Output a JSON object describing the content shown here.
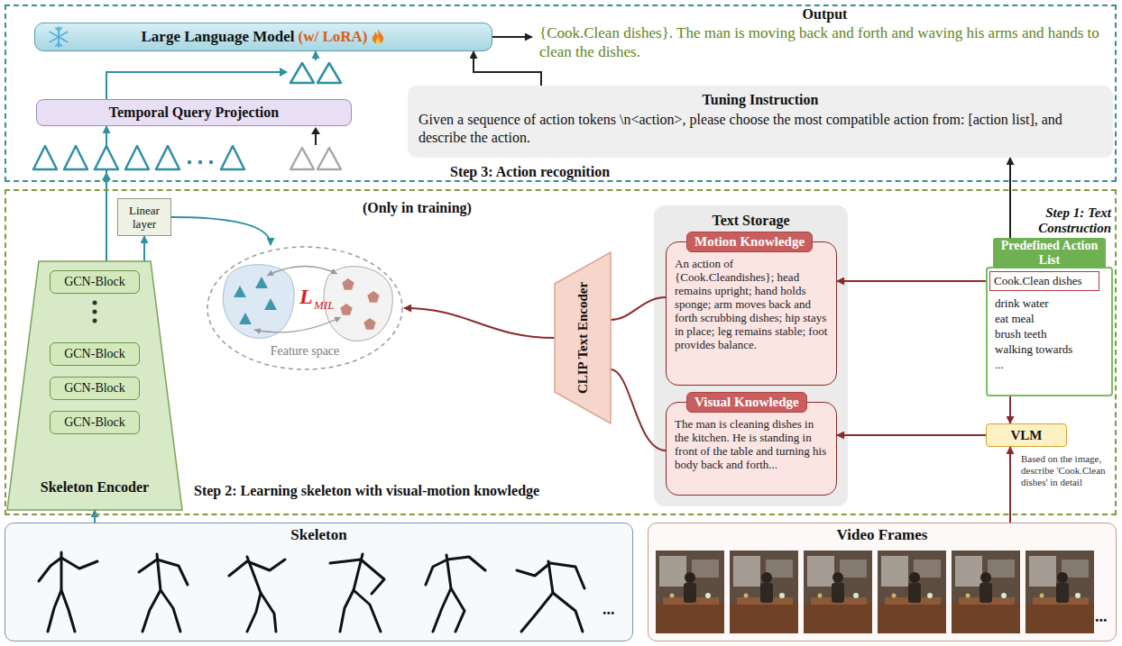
{
  "diagram": {
    "nodes": [
      {
        "text": [
          "Step 3: Action recognition"
        ]
      },
      {
        "text": [
          "Large Language Model",
          "(w/ LoRA)"
        ],
        "in": 0
      },
      {
        "text": [
          "Temporal Query Projection"
        ],
        "in": 0
      },
      {
        "text": [
          "Output",
          "{Cook.Clean dishes}. The man is moving back and forth and waving his arms and hands to clean the dishes."
        ],
        "in": 0
      },
      {
        "text": [
          "Tuning Instruction",
          "Given a sequence of action tokens \\n<action>, please choose the most compatible action from: [action list], and describe the action."
        ],
        "in": 0
      },
      {
        "text": [
          "(Only in training)",
          "Step 2: Learning skeleton with visual-motion knowledge",
          "Step 1: Text Construction"
        ]
      },
      {
        "text": [
          "Skeleton Encoder"
        ],
        "in": 5
      },
      {
        "text": [
          "GCN-Block"
        ],
        "in": 6
      },
      {
        "text": [
          "GCN-Block"
        ],
        "in": 6
      },
      {
        "text": [
          "GCN-Block"
        ],
        "in": 6
      },
      {
        "text": [
          "GCN-Block"
        ],
        "in": 6
      },
      {
        "text": [
          "Linear layer"
        ],
        "in": 5
      },
      {
        "text": [
          "L",
          "MIL",
          "Feature space"
        ],
        "in": 5
      },
      {
        "text": [
          "CLIP Text Encoder"
        ],
        "in": 5
      },
      {
        "text": [
          "Text Storage"
        ],
        "in": 5
      },
      {
        "text": [
          "Motion Knowledge",
          "An action of {Cook.Cleandishes}; head remains upright; hand holds sponge; arm moves back and forth scrubbing dishes; hip stays in place; leg remains stable; foot provides balance."
        ],
        "in": 14
      },
      {
        "text": [
          "Visual Knowledge",
          "The man is cleaning dishes in the kitchen. He is standing in front of the table and turning his body back and forth..."
        ],
        "in": 14
      },
      {
        "text": [
          "Predefined Action List",
          "drink water",
          "eat meal",
          "brush teeth",
          "walking towards",
          "..."
        ],
        "in": 5
      },
      {
        "text": [
          "Cook.Clean dishes"
        ],
        "in": 17
      },
      {
        "text": [
          "VLM"
        ],
        "in": 5
      },
      {
        "text": [
          "Skeleton"
        ]
      },
      {
        "text": [
          "Video Frames"
        ]
      }
    ],
    "edges": [
      {
        "from": 20,
        "to": 6,
        "arrow": "to"
      },
      {
        "from": 6,
        "to": 11,
        "arrow": "to"
      },
      {
        "from": 6,
        "to": 2,
        "arrow": "to"
      },
      {
        "from": 2,
        "to": 1,
        "arrow": "to"
      },
      {
        "from": 1,
        "to": 3,
        "arrow": "to"
      },
      {
        "from": 4,
        "to": 1,
        "arrow": "to"
      },
      {
        "from": 17,
        "to": 4,
        "arrow": "to"
      },
      {
        "from": 18,
        "to": 15,
        "arrow": "to"
      },
      {
        "from": 17,
        "to": 19,
        "arrow": "to"
      },
      {
        "from": 21,
        "to": 19,
        "arrow": "to"
      },
      {
        "from": 19,
        "to": 16,
        "arrow": "to"
      },
      {
        "from": 15,
        "to": 13,
        "arrow": "none"
      },
      {
        "from": 16,
        "to": 13,
        "arrow": "none"
      },
      {
        "from": 13,
        "to": 12,
        "arrow": "to"
      },
      {
        "from": 11,
        "to": 12,
        "arrow": "to"
      }
    ],
    "labels": [
      "Based on the image, describe 'Cook.Clean dishes' in detail",
      "...",
      "..."
    ]
  }
}
